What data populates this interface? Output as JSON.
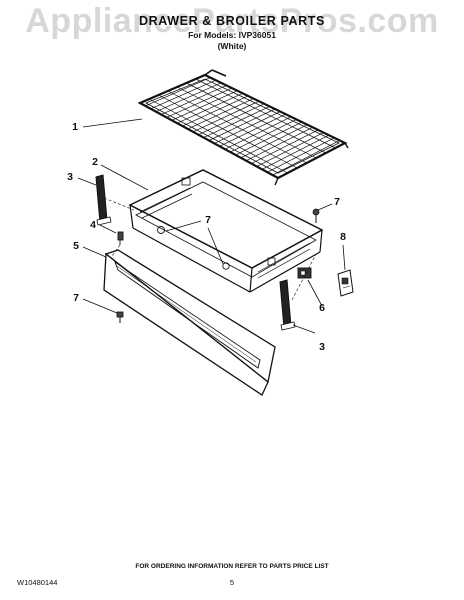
{
  "header": {
    "watermark": "AppliancePartsPros.com",
    "title": "DRAWER & BROILER PARTS",
    "models_line": "For Models: IVP36051",
    "color_line": "(White)"
  },
  "callouts": [
    {
      "id": "c1a",
      "label": "1"
    },
    {
      "id": "c2a",
      "label": "2"
    },
    {
      "id": "c3a",
      "label": "3"
    },
    {
      "id": "c3b",
      "label": "3"
    },
    {
      "id": "c4a",
      "label": "4"
    },
    {
      "id": "c5a",
      "label": "5"
    },
    {
      "id": "c6a",
      "label": "6"
    },
    {
      "id": "c7a",
      "label": "7"
    },
    {
      "id": "c7b",
      "label": "7"
    },
    {
      "id": "c7c",
      "label": "7"
    },
    {
      "id": "c8a",
      "label": "8"
    }
  ],
  "footer": {
    "note": "FOR ORDERING INFORMATION REFER TO PARTS PRICE LIST",
    "doc_number": "W10480144",
    "page_number": "5"
  }
}
